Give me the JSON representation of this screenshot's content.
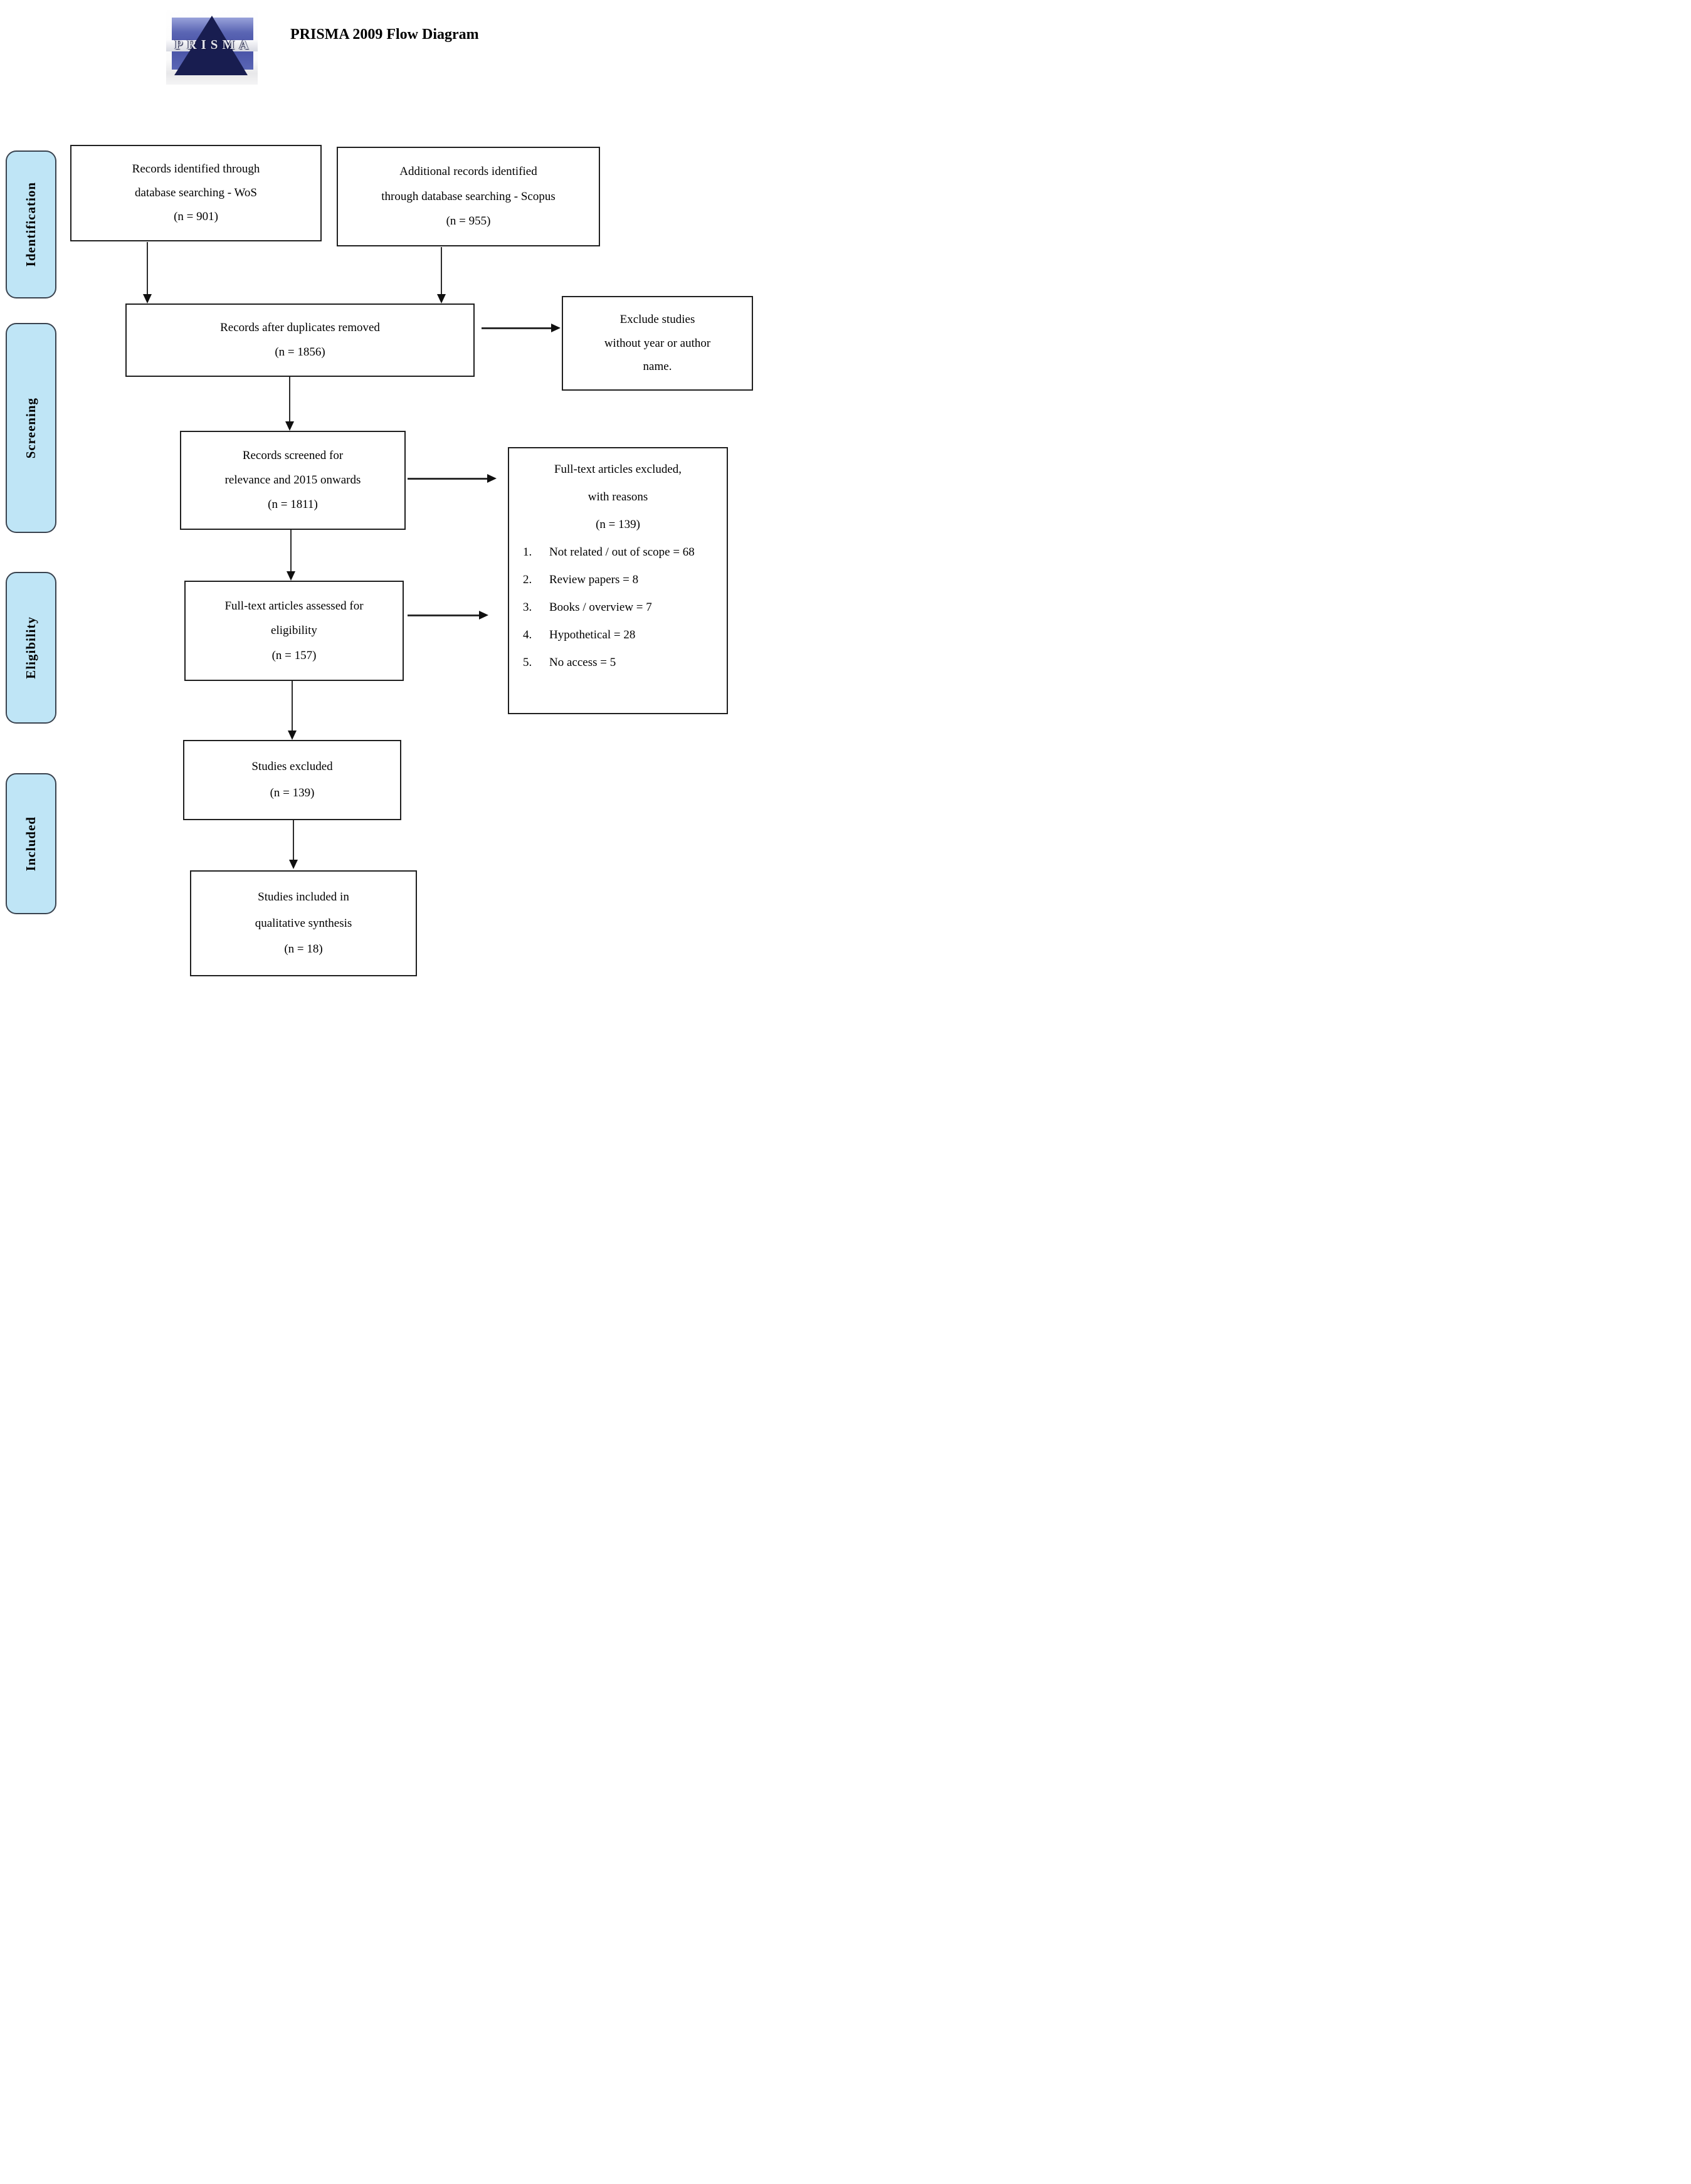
{
  "header": {
    "title": "PRISMA 2009 Flow Diagram",
    "logo_text": "PRISMA"
  },
  "stages": [
    {
      "label": "Identification"
    },
    {
      "label": "Screening"
    },
    {
      "label": "Eligibility"
    },
    {
      "label": "Included"
    }
  ],
  "boxes": {
    "wos": {
      "lines": [
        "Records identified through",
        "database searching - WoS",
        "(n = 901)"
      ]
    },
    "scopus": {
      "lines": [
        "Additional records identified",
        "through database searching - Scopus",
        "(n = 955)"
      ]
    },
    "duplicates": {
      "lines": [
        "Records after duplicates removed",
        "(n = 1856)"
      ]
    },
    "exclude_no_year": {
      "lines": [
        "Exclude studies",
        "without year or author",
        "name."
      ]
    },
    "screened": {
      "lines": [
        "Records screened for",
        "relevance and 2015 onwards",
        "(n = 1811)"
      ]
    },
    "fulltext_excluded": {
      "heading_lines": [
        "Full-text articles excluded,",
        "with reasons",
        "(n = 139)"
      ],
      "reasons": [
        {
          "num": "1.",
          "text": "Not related / out of scope = 68"
        },
        {
          "num": "2.",
          "text": "Review papers = 8"
        },
        {
          "num": "3.",
          "text": "Books / overview = 7"
        },
        {
          "num": "4.",
          "text": "Hypothetical = 28"
        },
        {
          "num": "5.",
          "text": "No access = 5"
        }
      ]
    },
    "assessed": {
      "lines": [
        "Full-text articles assessed for",
        "eligibility",
        "(n = 157)"
      ]
    },
    "studies_excluded": {
      "lines": [
        "Studies excluded",
        "(n = 139)"
      ]
    },
    "included_qualitative": {
      "lines": [
        "Studies included in",
        "qualitative synthesis",
        "(n = 18)"
      ]
    }
  },
  "colors": {
    "stage_fill": "#bfe5f6",
    "stage_border": "#39424e",
    "box_border": "#1f1f1f",
    "arrow": "#2b2b2b",
    "logo_pyramid": "#181d50"
  }
}
